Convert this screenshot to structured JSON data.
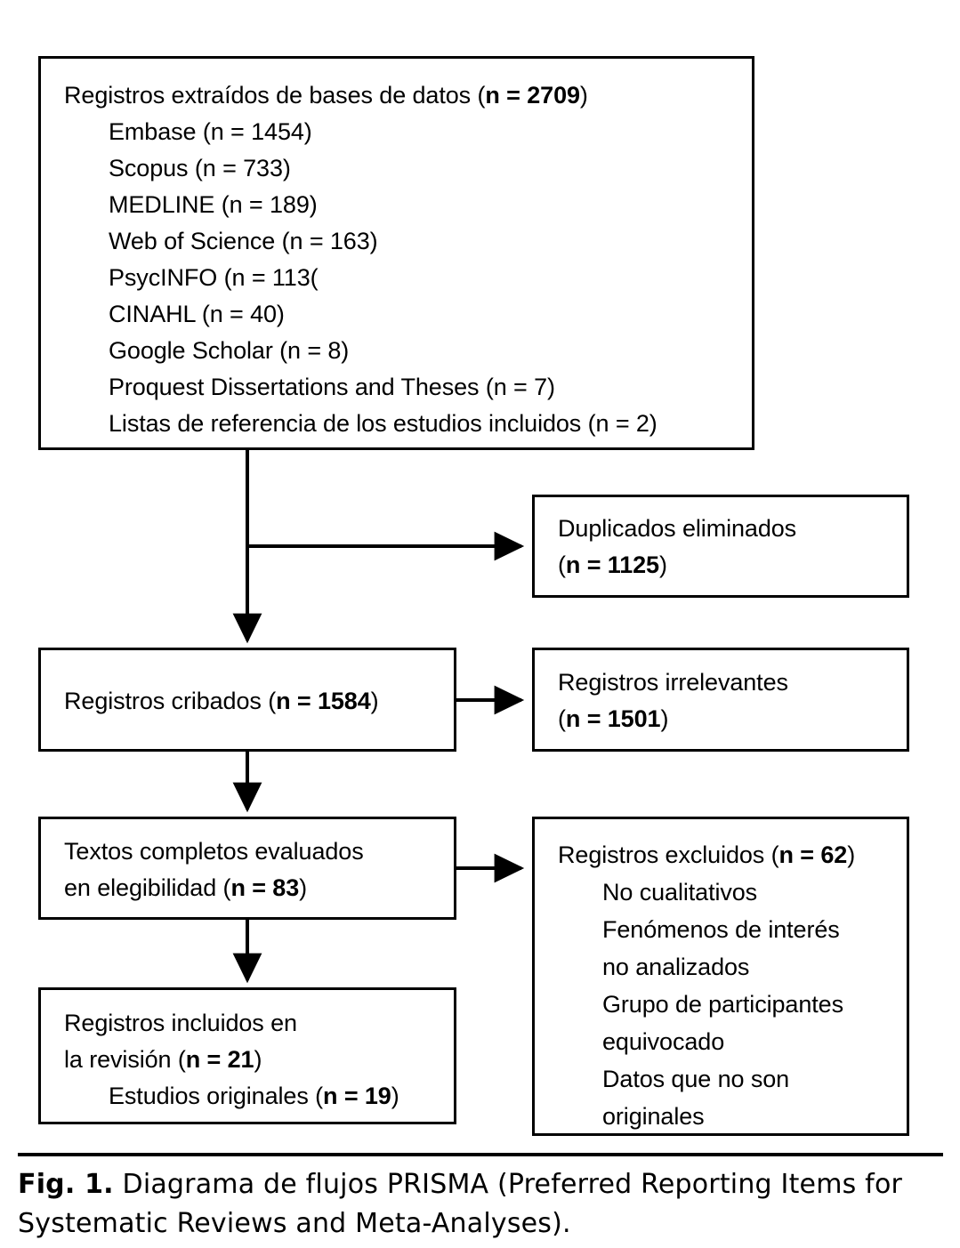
{
  "figure": {
    "label": "Fig. 1.",
    "caption_text": "Diagrama de flujos PRISMA (Preferred Reporting Items for Systematic Reviews and Meta-Analyses)."
  },
  "colors": {
    "stroke": "#000000",
    "background": "#ffffff",
    "text": "#000000"
  },
  "boxes": {
    "sources": {
      "title_prefix": "Registros extraídos de bases de datos (",
      "title_n": "n = 2709",
      "title_suffix": ")",
      "items": [
        "Embase (n = 1454)",
        "Scopus (n = 733)",
        "MEDLINE (n = 189)",
        "Web of Science (n = 163)",
        "PsycINFO (n = 113(",
        "CINAHL (n = 40)",
        "Google Scholar (n = 8)",
        "Proquest Dissertations and Theses (n = 7)",
        "Listas de referencia de los estudios incluidos (n = 2)"
      ]
    },
    "duplicates": {
      "line1": "Duplicados eliminados",
      "line2_prefix": "(",
      "line2_n": "n = 1125",
      "line2_suffix": ")"
    },
    "screened": {
      "line1_prefix": "Registros cribados (",
      "line1_n": "n = 1584",
      "line1_suffix": ")"
    },
    "irrelevant": {
      "line1": "Registros irrelevantes",
      "line2_prefix": "(",
      "line2_n": "n = 1501",
      "line2_suffix": ")"
    },
    "fulltext": {
      "line1": "Textos completos evaluados",
      "line2_prefix": "en elegibilidad (",
      "line2_n": "n = 83",
      "line2_suffix": ")"
    },
    "excluded": {
      "title_prefix": "Registros excluidos (",
      "title_n": "n = 62",
      "title_suffix": ")",
      "items": [
        "No cualitativos",
        "Fenómenos de interés",
        "no analizados",
        "Grupo de participantes",
        "equivocado",
        "Datos que no son",
        "originales"
      ]
    },
    "included": {
      "line1": "Registros incluidos en",
      "line2_prefix": "la revisión (",
      "line2_n": "n = 21",
      "line2_suffix": ")",
      "line3_prefix": "Estudios originales (",
      "line3_n": "n = 19",
      "line3_suffix": ")"
    }
  },
  "flow": {
    "arrows": [
      {
        "name": "sources-to-duplicates",
        "kind": "elbow-right"
      },
      {
        "name": "sources-to-screened",
        "kind": "down"
      },
      {
        "name": "screened-to-irrelevant",
        "kind": "right"
      },
      {
        "name": "screened-to-fulltext",
        "kind": "down"
      },
      {
        "name": "fulltext-to-excluded",
        "kind": "right"
      },
      {
        "name": "fulltext-to-included",
        "kind": "down"
      }
    ]
  }
}
